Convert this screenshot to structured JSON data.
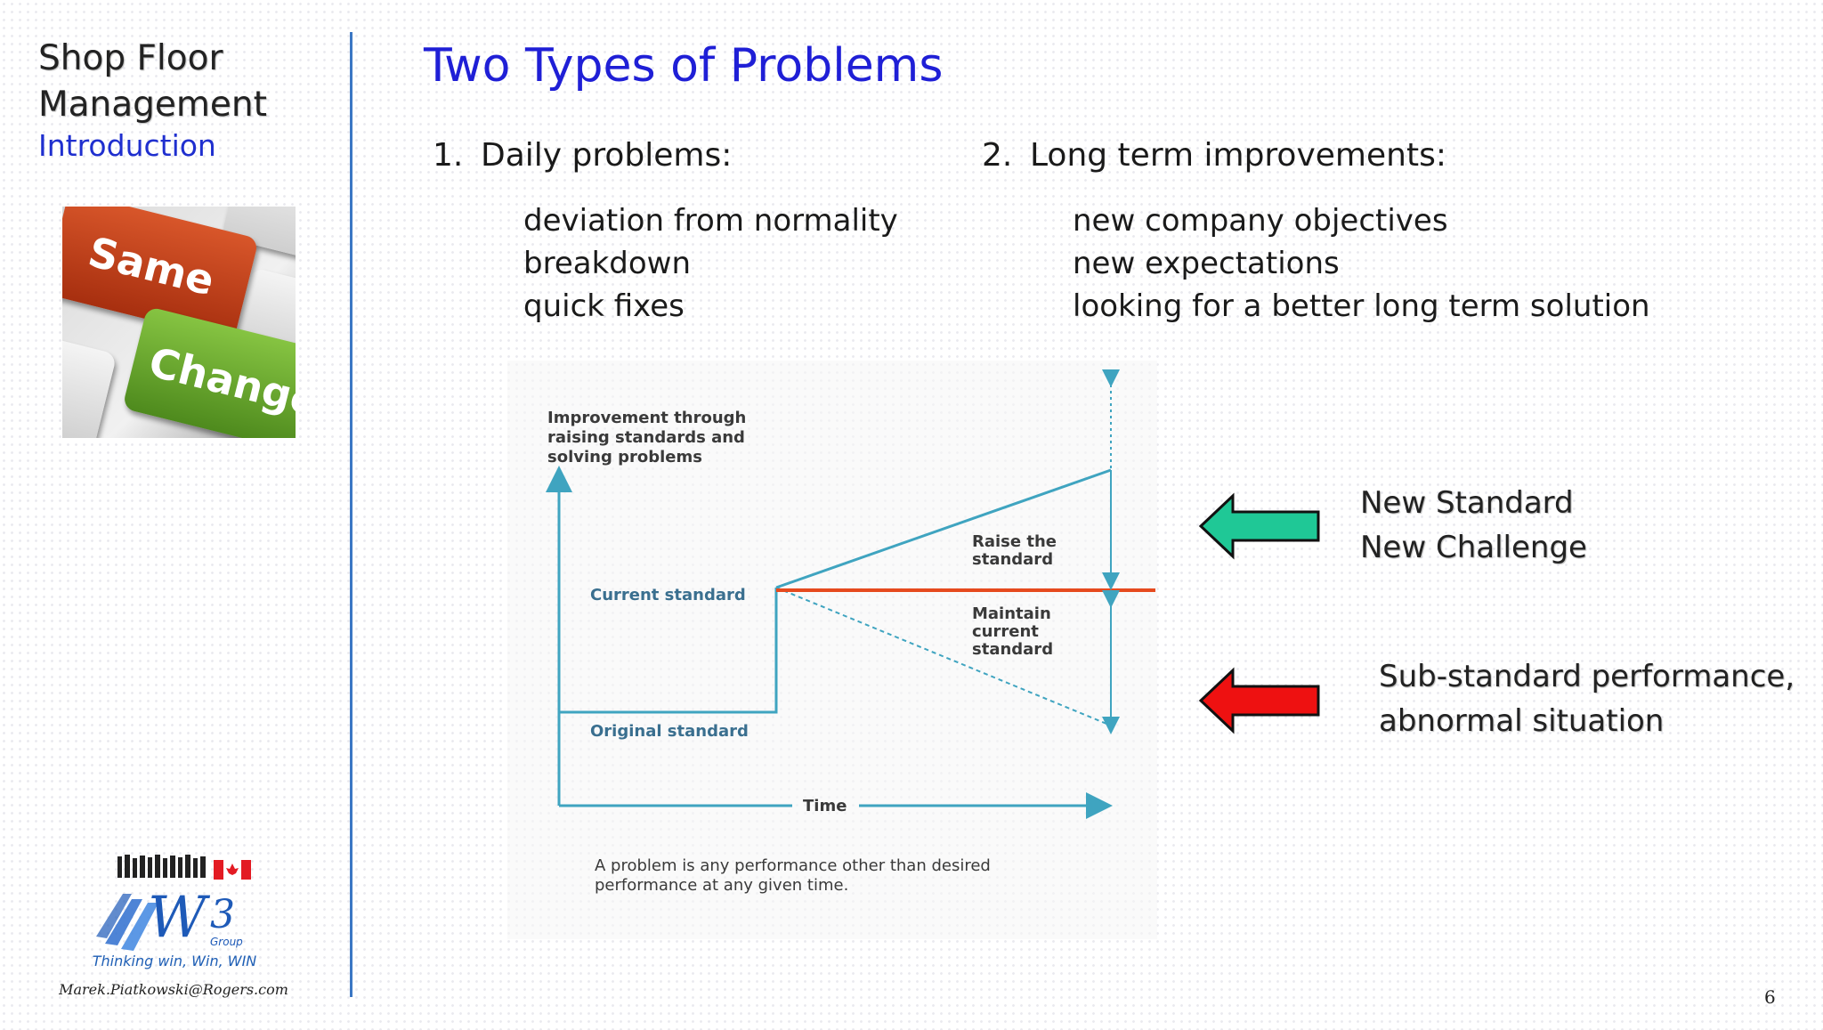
{
  "sidebar": {
    "title_line1": "Shop Floor",
    "title_line2": "Management",
    "subtitle": "Introduction",
    "photo": {
      "key1": "Same",
      "key2": "Change"
    },
    "tagline": "Thinking win, Win, WIN",
    "email": "Marek.Piatkowski@Rogers.com"
  },
  "slide": {
    "title": "Two Types of Problems",
    "page_number": "6"
  },
  "columns": [
    {
      "number": "1.",
      "heading": "Daily problems:",
      "items": [
        "deviation from normality",
        "breakdown",
        "quick fixes"
      ]
    },
    {
      "number": "2.",
      "heading": "Long term improvements:",
      "items": [
        "new company objectives",
        "new expectations",
        "looking for a better long term solution"
      ]
    }
  ],
  "diagram": {
    "y_title_line1": "Improvement through",
    "y_title_line2": "raising standards and",
    "y_title_line3": "solving problems",
    "current_standard": "Current standard",
    "original_standard": "Original standard",
    "raise_line1": "Raise the",
    "raise_line2": "standard",
    "maintain_line1": "Maintain",
    "maintain_line2": "current",
    "maintain_line3": "standard",
    "x_label": "Time",
    "caption_line1": "A problem is any performance other than desired",
    "caption_line2": "performance at any given time.",
    "colors": {
      "line": "#3fa4c0",
      "standard": "#e64a1e",
      "text": "#3a3a3a"
    }
  },
  "callouts": {
    "green": {
      "line1": "New Standard",
      "line2": "New Challenge",
      "color": "#1fc896",
      "icon": "left-arrow-icon"
    },
    "red": {
      "line1": "Sub-standard performance,",
      "line2": "abnormal situation",
      "color": "#ee1111",
      "icon": "left-arrow-icon"
    }
  }
}
